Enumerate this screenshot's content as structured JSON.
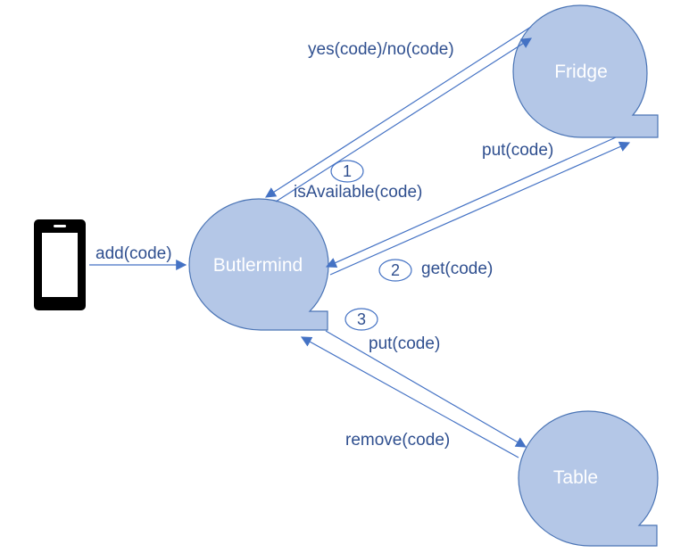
{
  "colors": {
    "node_fill": "#b4c7e7",
    "node_stroke": "#4a74b5",
    "edge": "#4472c4",
    "label_text": "#2f4f8f",
    "node_text": "#ffffff",
    "phone": "#000000"
  },
  "icons": {
    "phone": "smartphone-icon"
  },
  "nodes": {
    "butlermind": "Butlermind",
    "fridge": "Fridge",
    "table": "Table"
  },
  "edges": {
    "phone_to_butlermind": "add(code)",
    "fridge_to_butlermind": "yes(code)/no(code)",
    "butlermind_to_fridge_check": "isAvailable(code)",
    "butlermind_to_fridge_put": "put(code)",
    "fridge_to_butlermind_get": "get(code)",
    "butlermind_to_table_put": "put(code)",
    "table_to_butlermind_remove": "remove(code)"
  },
  "steps": [
    "1",
    "2",
    "3"
  ]
}
